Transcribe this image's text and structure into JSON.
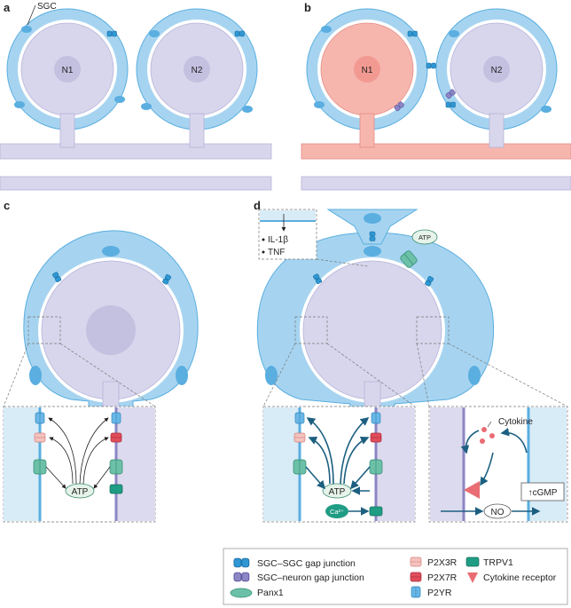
{
  "panels": {
    "a": {
      "label": "a",
      "sgc_label": "SGC",
      "n1": "N1",
      "n2": "N2"
    },
    "b": {
      "label": "b",
      "n1": "N1",
      "n2": "N2"
    },
    "c": {
      "label": "c",
      "inset_atp": "ATP"
    },
    "d": {
      "label": "d",
      "inset_items": [
        "IL-1β",
        "TNF"
      ],
      "atp_release": "ATP",
      "inset_atp": "ATP",
      "calcium": "Ca²⁺",
      "cytokine": "Cytokine",
      "no": "NO",
      "cgmp": "↑cGMP"
    }
  },
  "legend": {
    "items": [
      {
        "label": "SGC–SGC gap junction",
        "icon": "sgc-sgc-gap-junction"
      },
      {
        "label": "SGC–neuron gap junction",
        "icon": "sgc-neuron-gap-junction"
      },
      {
        "label": "Panx1",
        "icon": "panx1"
      },
      {
        "label": "P2X3R",
        "icon": "p2x3r"
      },
      {
        "label": "P2X7R",
        "icon": "p2x7r"
      },
      {
        "label": "P2YR",
        "icon": "p2yr"
      },
      {
        "label": "TRPV1",
        "icon": "trpv1"
      },
      {
        "label": "Cytokine receptor",
        "icon": "cytokine-receptor"
      }
    ]
  },
  "colors": {
    "sgc": "#a6d4f0",
    "sgc_stroke": "#5aaee0",
    "neuron": "#d8d6ec",
    "nucleus": "#c3c0e0",
    "active_neuron": "#f6b6ae",
    "gap": "#2f97d3",
    "p2x3": "#f3c3bf",
    "p2x7": "#e04d5b",
    "panx": "#6cc0a7",
    "trpv": "#1f9c84"
  }
}
